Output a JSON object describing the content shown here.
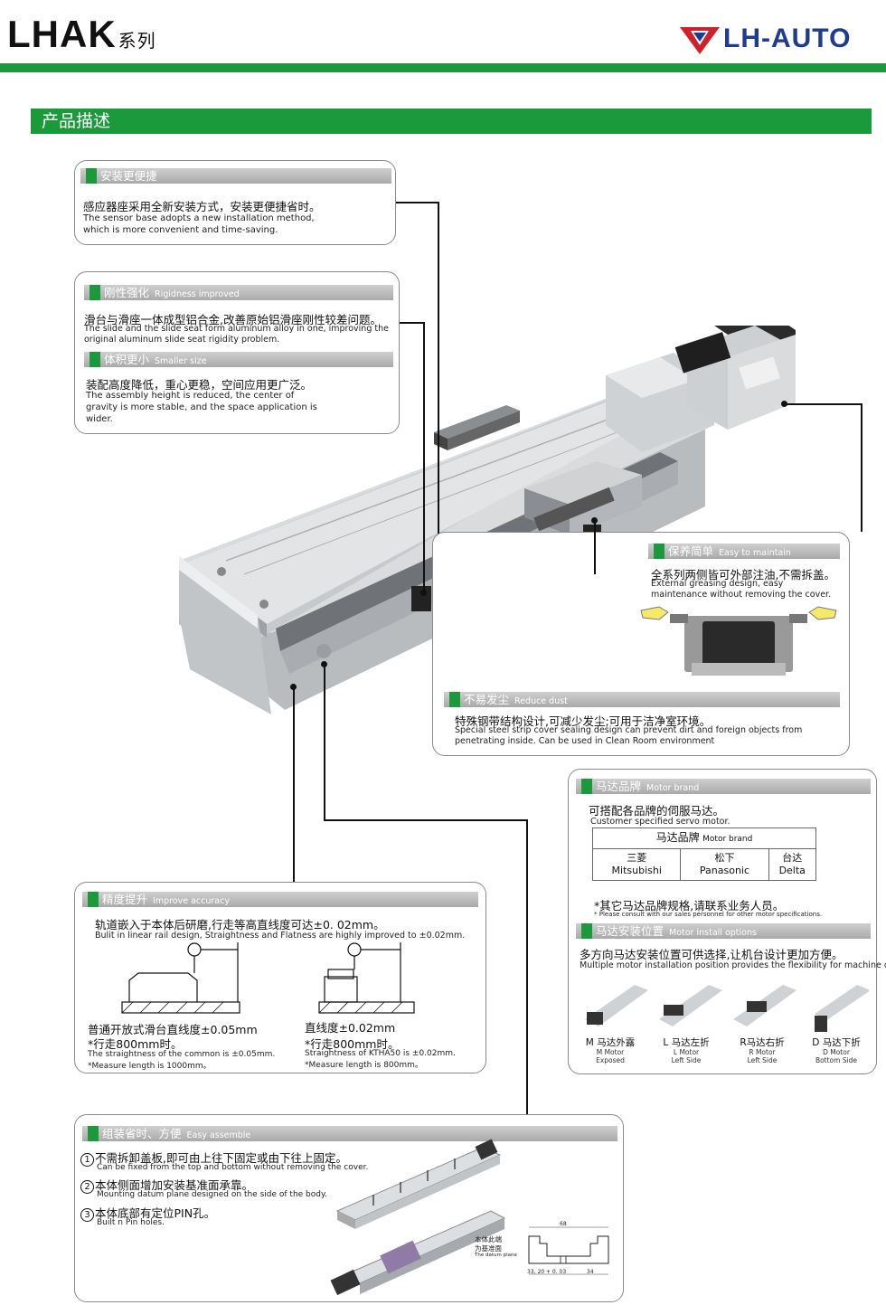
{
  "header": {
    "series_code": "LHAK",
    "series_suffix": "系列",
    "logo_text": "LH-AUTO",
    "section_title": "产品描述"
  },
  "colors": {
    "accent_green": "#1a9a3a",
    "logo_blue": "#1d3b8f",
    "logo_red": "#d0202a",
    "title_gray": "#b5b5b5"
  },
  "install": {
    "title_zh": "安装更便捷",
    "desc_zh": "感应器座采用全新安装方式，安装更便捷省时。",
    "desc_en": "The sensor base adopts a new installation method, which is more convenient and time-saving."
  },
  "rigidity": {
    "title_zh": "刚性强化",
    "title_en": "Rigidness improved",
    "desc_zh": "滑台与滑座一体成型铝合金,改善原始铝滑座刚性较差问题。",
    "desc_en": "The slide and the slide seat form aluminum alloy in one, improving the original aluminum slide seat rigidity problem."
  },
  "size": {
    "title_zh": "体积更小",
    "title_en": "Smaller size",
    "desc_zh": "装配高度降低，重心更稳，空间应用更广泛。",
    "desc_en": "The assembly height is reduced, the center of gravity is more stable, and the space application is wider."
  },
  "maintain": {
    "title_zh": "保养简单",
    "title_en": "Easy to maintain",
    "desc_zh": "全系列两侧皆可外部注油,不需拆盖。",
    "desc_en": "External greasing design, easy maintenance without removing the cover."
  },
  "dust": {
    "title_zh": "不易发尘",
    "title_en": "Reduce dust",
    "desc_zh": "特殊钢带结构设计,可减少发尘;可用于洁净室环境。",
    "desc_en": "Special steel strip cover sealing design can prevent dirt and foreign objects from penetrating inside. Can be used in Clean Room environment"
  },
  "motor_brand": {
    "title_zh": "马达品牌",
    "title_en": "Motor brand",
    "desc_zh": "可搭配各品牌的伺服马达。",
    "desc_en": "Customer specified servo motor.",
    "table_head_zh": "马达品牌",
    "table_head_en": "Motor brand",
    "brands": [
      {
        "zh": "三菱",
        "en": "Mitsubishi"
      },
      {
        "zh": "松下",
        "en": "Panasonic"
      },
      {
        "zh": "台达",
        "en": "Delta"
      }
    ],
    "note_zh": "*其它马达品牌规格,请联系业务人员。",
    "note_en": "* Please consult with our sales personnel for other motor specifications."
  },
  "motor_install": {
    "title_zh": "马达安装位置",
    "title_en": "Motor install options",
    "desc_zh": "多方向马达安装位置可供选择,让机台设计更加方便。",
    "desc_en": "Multiple motor installation position provides the flexibility for machine design.",
    "options": [
      {
        "label": "M 马达外露",
        "en1": "M Motor",
        "en2": "Exposed"
      },
      {
        "label": "L 马达左折",
        "en1": "L Motor",
        "en2": "Left Side"
      },
      {
        "label": "R马达右折",
        "en1": "R Motor",
        "en2": "Left Side"
      },
      {
        "label": "D 马达下折",
        "en1": "D Motor",
        "en2": "Bottom Side"
      }
    ]
  },
  "accuracy": {
    "title_zh": "精度提升",
    "title_en": "Improve accuracy",
    "desc_zh": "轨道嵌入于本体后研磨,行走等高直线度可达±0. 02mm。",
    "desc_en": "Bulit in linear rail design, Straightness and Flatness are highly improved to ±0.02mm.",
    "left_zh1": "普通开放式滑台直线度±0.05mm",
    "left_zh2": "*行走800mm时。",
    "left_en1": "The straightness of the common is ±0.05mm.",
    "left_en2": "*Measure length is 1000mm。",
    "right_zh1": "直线度±0.02mm",
    "right_zh2": "*行走800mm时。",
    "right_en1": "Straightness  of  KTHA50  is ±0.02mm.",
    "right_en2": "*Measure length is 800mm。"
  },
  "assemble": {
    "title_zh": "组装省时、方便",
    "title_en": "Easy assemble",
    "items": [
      {
        "num": "1",
        "zh": "不需拆卸盖板,即可由上往下固定或由下往上固定。",
        "en": "Can  be  fixed  from  the  top  and  bottom  without  removing  the  cover."
      },
      {
        "num": "2",
        "zh": "本体侧面增加安装基准面承靠。",
        "en": "Mounting  datum  plane  designed  on  the  side  of  the  body."
      },
      {
        "num": "3",
        "zh": "本体底部有定位PIN孔。",
        "en": "Built  n  Pin holes."
      }
    ],
    "datum_zh1": "本体此端",
    "datum_zh2": "为基准面",
    "datum_en": "The datum plane",
    "dim_top": "68",
    "dim_left": "33, 20  + 0. 03",
    "dim_right": "34"
  }
}
